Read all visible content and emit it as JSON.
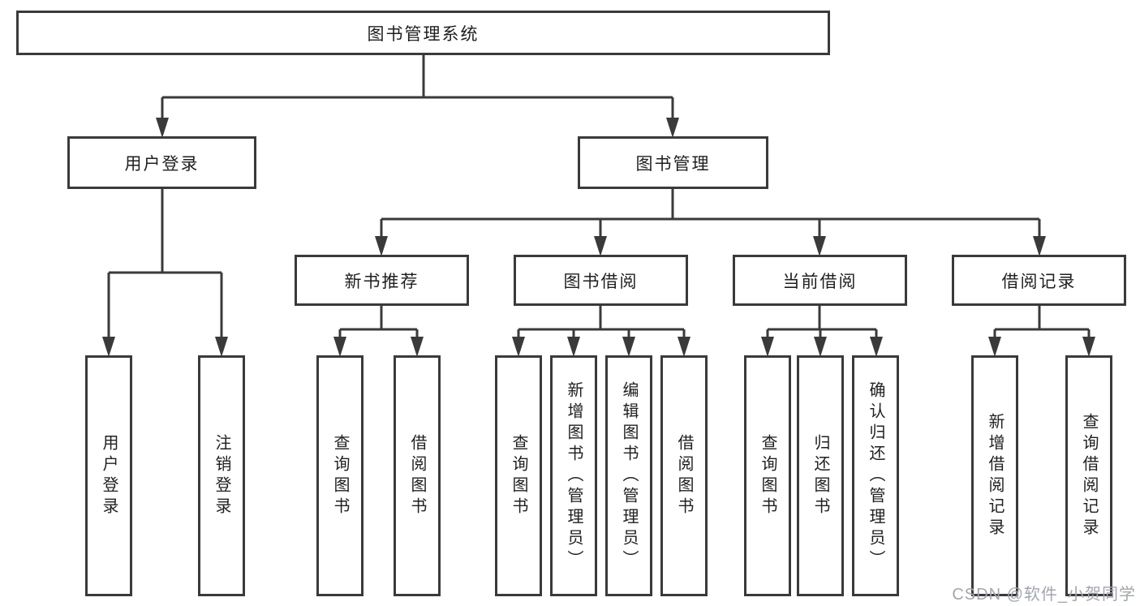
{
  "diagram": {
    "root": {
      "label": "图书管理系统"
    },
    "level2": [
      {
        "label": "用户登录"
      },
      {
        "label": "图书管理"
      }
    ],
    "level3": [
      {
        "label": "新书推荐",
        "parent": "图书管理"
      },
      {
        "label": "图书借阅",
        "parent": "图书管理"
      },
      {
        "label": "当前借阅",
        "parent": "图书管理"
      },
      {
        "label": "借阅记录",
        "parent": "图书管理"
      }
    ],
    "leaves": [
      {
        "label": "用户登录",
        "parent": "用户登录"
      },
      {
        "label": "注销登录",
        "parent": "用户登录"
      },
      {
        "label": "查询图书",
        "parent": "新书推荐"
      },
      {
        "label": "借阅图书",
        "parent": "新书推荐"
      },
      {
        "label": "查询图书",
        "parent": "图书借阅"
      },
      {
        "label": "新增图书（管理员）",
        "parent": "图书借阅"
      },
      {
        "label": "编辑图书（管理员）",
        "parent": "图书借阅"
      },
      {
        "label": "借阅图书",
        "parent": "图书借阅"
      },
      {
        "label": "查询图书",
        "parent": "当前借阅"
      },
      {
        "label": "归还图书",
        "parent": "当前借阅"
      },
      {
        "label": "确认归还（管理员）",
        "parent": "当前借阅"
      },
      {
        "label": "新增借阅记录",
        "parent": "借阅记录"
      },
      {
        "label": "查询借阅记录",
        "parent": "借阅记录"
      }
    ]
  },
  "watermark": {
    "text": "CSDN @软件_小贺同学"
  },
  "colors": {
    "line": "#3a3a3a",
    "text": "#1f1f1f",
    "watermark": "#a2a6ad",
    "background": "#ffffff"
  }
}
